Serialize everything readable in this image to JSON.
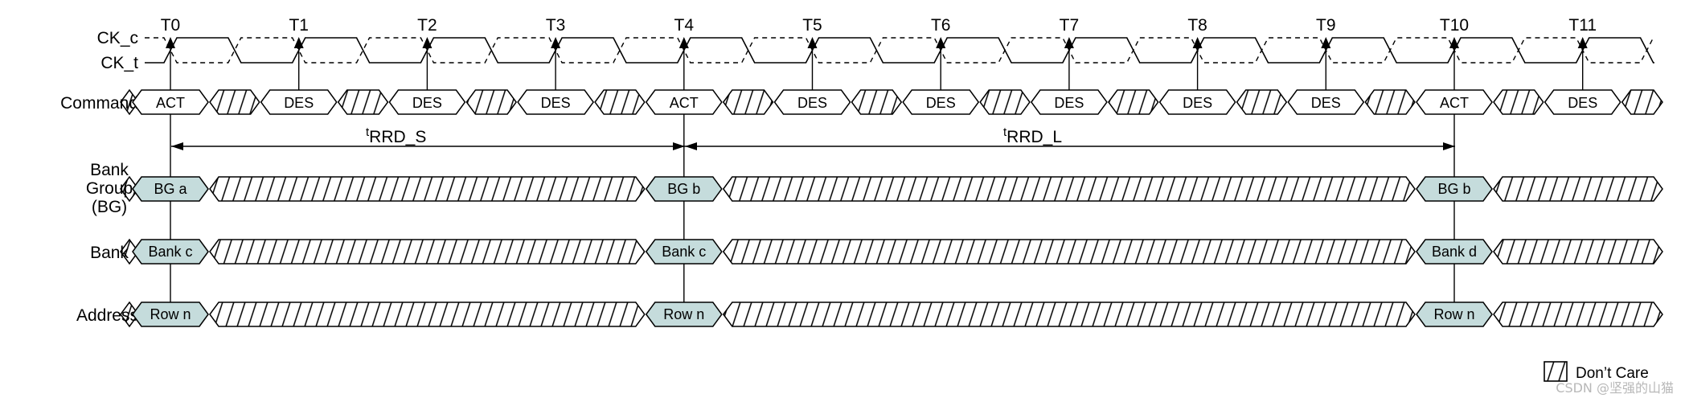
{
  "signals": {
    "clk_c": "CK_c",
    "clk_t": "CK_t",
    "command": "Command",
    "bg_line1": "Bank",
    "bg_line2": "Group",
    "bg_line3": "(BG)",
    "bank": "Bank",
    "address": "Address"
  },
  "ticks": [
    "T0",
    "T1",
    "T2",
    "T3",
    "T4",
    "T5",
    "T6",
    "T7",
    "T8",
    "T9",
    "T10",
    "T11"
  ],
  "commands": [
    "ACT",
    "DES",
    "DES",
    "DES",
    "ACT",
    "DES",
    "DES",
    "DES",
    "DES",
    "DES",
    "ACT",
    "DES"
  ],
  "bank_group": {
    "t0": "BG a",
    "t4": "BG b",
    "t10": "BG b"
  },
  "bank": {
    "t0": "Bank c",
    "t4": "Bank c",
    "t10": "Bank d"
  },
  "address": {
    "t0": "Row n",
    "t4": "Row n",
    "t10": "Row n"
  },
  "timing": {
    "rrd_s": {
      "sup": "t",
      "main": "RRD_S"
    },
    "rrd_l": {
      "sup": "t",
      "main": "RRD_L"
    }
  },
  "legend": {
    "dont_care": "Don’t Care"
  },
  "watermark": "CSDN @坚强的山猫",
  "colors": {
    "valid_fill": "#c5dcdc",
    "line": "#000000"
  }
}
